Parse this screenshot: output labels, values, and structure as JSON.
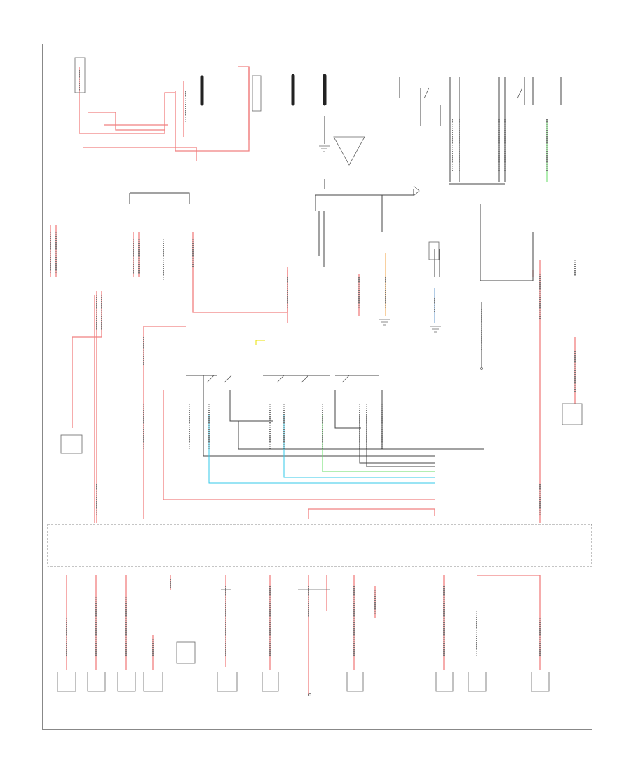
{
  "diagram": {
    "corner_code": "",
    "bottom_label": "",
    "wire_colors": {
      "power": "#f08080",
      "ground": "#444444",
      "cyan": "#33c8e8",
      "green": "#66dd66",
      "orange": "#f0a040",
      "yellow": "#e8e000",
      "blue": "#6699cc"
    },
    "top_components": [
      {
        "id": "fuse-block-top",
        "text": ""
      },
      {
        "id": "starter-relay",
        "text": ""
      },
      {
        "id": "battery-1",
        "text": ""
      },
      {
        "id": "alternator",
        "text": ""
      },
      {
        "id": "battery-2",
        "text": ""
      },
      {
        "id": "battery-3",
        "text": ""
      },
      {
        "id": "ignition-switch",
        "text": ""
      },
      {
        "id": "hazard-switch",
        "text": ""
      }
    ],
    "mid_components": [
      {
        "id": "left-relay-group",
        "text": ""
      },
      {
        "id": "center-relay",
        "text": ""
      },
      {
        "id": "right-relay",
        "text": ""
      },
      {
        "id": "junction-block",
        "text": ""
      }
    ],
    "bottom_components": [
      {
        "id": "comp-1",
        "text": ""
      },
      {
        "id": "comp-2",
        "text": ""
      },
      {
        "id": "comp-3",
        "text": ""
      },
      {
        "id": "comp-4",
        "text": ""
      },
      {
        "id": "comp-5",
        "text": ""
      },
      {
        "id": "comp-6",
        "text": ""
      },
      {
        "id": "comp-7",
        "text": ""
      },
      {
        "id": "comp-8",
        "text": ""
      },
      {
        "id": "comp-9",
        "text": ""
      },
      {
        "id": "comp-10",
        "text": ""
      },
      {
        "id": "comp-11",
        "text": ""
      }
    ]
  }
}
